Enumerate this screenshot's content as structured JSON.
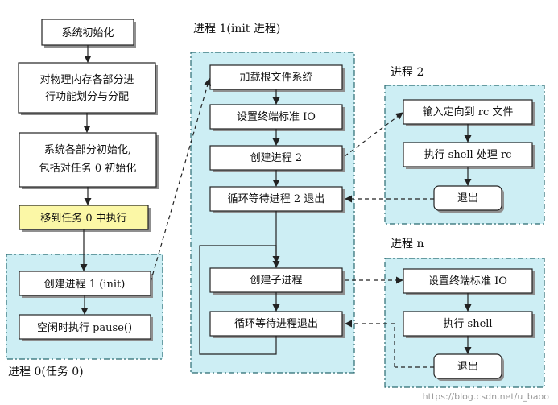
{
  "colors": {
    "panel_fill": "#cdeef4",
    "panel_border": "#2a6b72",
    "box_fill": "#ffffff",
    "box_border": "#222222",
    "highlight_fill": "#fbf7a6",
    "shadow": "#8f8f8f",
    "edge": "#333333"
  },
  "labels": {
    "process0": "进程 0(任务 0)",
    "process1": "进程 1(init 进程)",
    "process2": "进程 2",
    "processn": "进程 n",
    "watermark": "https://blog.csdn.net/u_baoo"
  },
  "nodes": {
    "sys_init": "系统初始化",
    "mem_partition": [
      "对物理内存各部分进",
      "行功能划分与分配"
    ],
    "parts_init": [
      "系统各部分初始化,",
      "包括对任务 0 初始化"
    ],
    "move_task0": "移到任务 0 中执行",
    "create_p1": "创建进程 1 (init)",
    "idle_pause": "空闲时执行 pause()",
    "mount_root": "加载根文件系统",
    "set_stdio_1": "设置终端标准 IO",
    "create_p2": "创建进程 2",
    "wait_p2": "循环等待进程 2 退出",
    "create_child": "创建子进程",
    "wait_child": "循环等待进程退出",
    "redirect_rc": "输入定向到 rc 文件",
    "shell_rc": "执行 shell 处理 rc",
    "exit_p2": "退出",
    "set_stdio_n": "设置终端标准 IO",
    "exec_shell": "执行 shell",
    "exit_pn": "退出"
  }
}
